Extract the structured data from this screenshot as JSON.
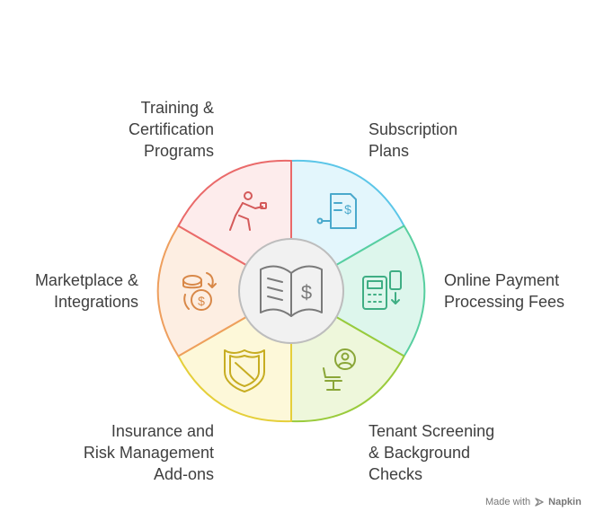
{
  "center": {
    "icon": "open-book-dollar-icon"
  },
  "segments": [
    {
      "id": "subscription",
      "label": "Subscription\nPlans",
      "icon": "invoice-dollar-icon",
      "fill": "#e3f6fc",
      "stroke": "#5cc6e8"
    },
    {
      "id": "payment",
      "label": "Online Payment\nProcessing Fees",
      "icon": "payment-terminal-icon",
      "fill": "#ddf6ec",
      "stroke": "#58cfa0"
    },
    {
      "id": "tenant",
      "label": "Tenant Screening\n& Background\nChecks",
      "icon": "person-chair-icon",
      "fill": "#eef7db",
      "stroke": "#9acb3c"
    },
    {
      "id": "insurance",
      "label": "Insurance and\nRisk Management\nAdd-ons",
      "icon": "shield-icon",
      "fill": "#fdf8d9",
      "stroke": "#e5cf3a"
    },
    {
      "id": "marketplace",
      "label": "Marketplace &\nIntegrations",
      "icon": "coins-exchange-icon",
      "fill": "#fdeee2",
      "stroke": "#ee9f5e"
    },
    {
      "id": "training",
      "label": "Training &\nCertification\nPrograms",
      "icon": "person-presenting-icon",
      "fill": "#fdecec",
      "stroke": "#ea6a6a"
    }
  ],
  "footer": {
    "made_with": "Made with",
    "brand": "Napkin"
  }
}
